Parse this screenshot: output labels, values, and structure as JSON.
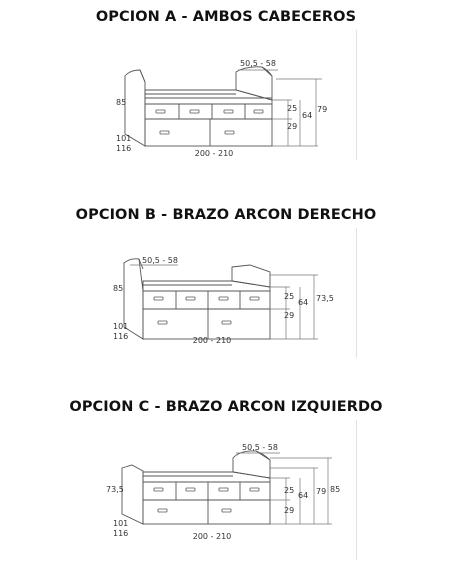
{
  "options": [
    {
      "title": "OPCION A - AMBOS CABECEROS",
      "labels": {
        "backrest_width": "50,5 - 58",
        "left_height": "85",
        "width_1": "101",
        "width_2": "116",
        "length": "200 - 210",
        "h_upper": "25",
        "h_lower": "29",
        "h_total": "64",
        "h_outer": "79"
      }
    },
    {
      "title": "OPCION B - BRAZO ARCON DERECHO",
      "labels": {
        "backrest_width": "50,5 - 58",
        "left_height": "85",
        "width_1": "101",
        "width_2": "116",
        "length": "200 - 210",
        "h_upper": "25",
        "h_lower": "29",
        "h_total": "64",
        "h_outer": "73,5"
      }
    },
    {
      "title": "OPCION C - BRAZO ARCON IZQUIERDO",
      "labels": {
        "backrest_width": "50,5 - 58",
        "left_height": "73,5",
        "width_1": "101",
        "width_2": "116",
        "length": "200 - 210",
        "h_upper": "25",
        "h_lower": "29",
        "h_total": "64",
        "h_outer": "79",
        "h_outer_2": "85"
      }
    }
  ]
}
